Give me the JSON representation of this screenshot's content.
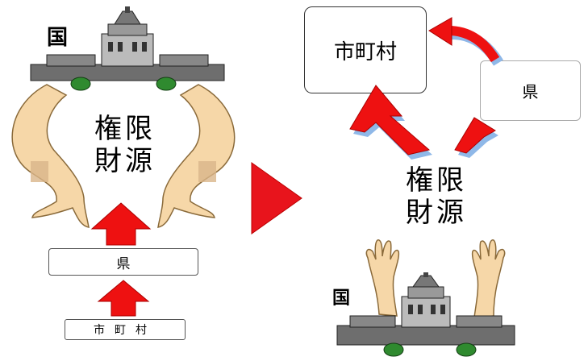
{
  "left": {
    "country_label": "国",
    "center_text": [
      "権限",
      "財源"
    ],
    "prefecture_label": "県",
    "municipality_label": "市町村"
  },
  "transition": {
    "arrow_color": "#e8141c"
  },
  "right": {
    "municipality_label": "市町村",
    "prefecture_label": "県",
    "center_text": [
      "権限",
      "財源"
    ],
    "country_label": "国"
  },
  "colors": {
    "arrow": "#ee1111",
    "arrow_shadow": "#8fb8e8",
    "skin": "#f6d7a8",
    "skin_outline": "#8a6a3a",
    "building": "#6e6e6e",
    "tree": "#2f8a2f"
  }
}
